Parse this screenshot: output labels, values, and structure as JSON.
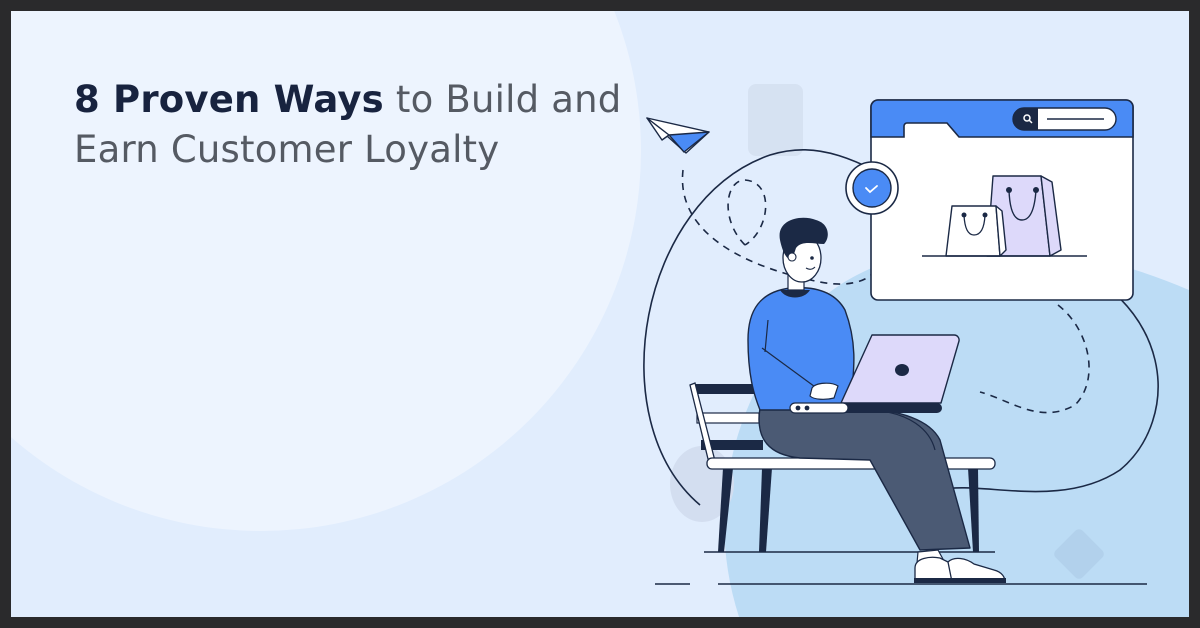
{
  "banner": {
    "headline_bold": "8 Proven Ways",
    "headline_rest_line1": " to Build and",
    "headline_line2": "Earn Customer Loyalty"
  },
  "illustration": {
    "description": "Man sitting on bench using laptop, browser window with shopping bags, paper plane, check badge",
    "icons": [
      "paper-plane-icon",
      "check-badge-icon",
      "search-icon",
      "shopping-bag-icon",
      "laptop-icon"
    ]
  },
  "colors": {
    "frame": "#2a2a2c",
    "background": "#e1edfd",
    "background_light": "#edf4fe",
    "accent_blue": "#4a8bf5",
    "navy": "#1b2945",
    "lavender": "#ddd9fa",
    "pants": "#4b5a74",
    "blob_blue": "#bcdcf5"
  }
}
